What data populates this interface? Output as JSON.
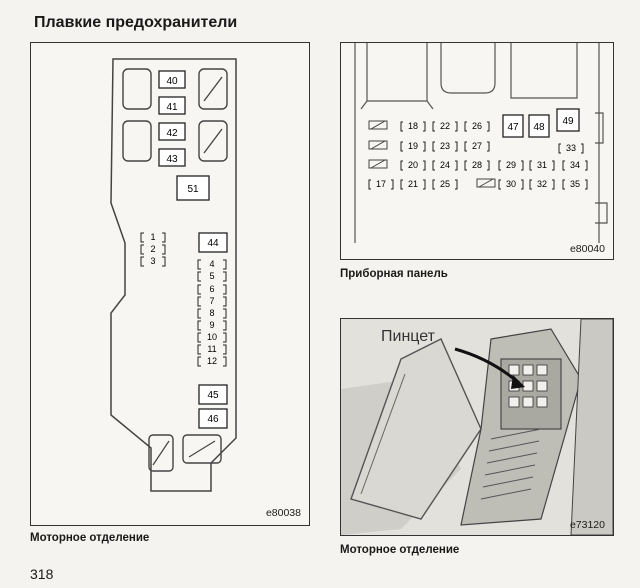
{
  "page_title": "Плавкие предохранители",
  "engine_box": {
    "code": "e80038",
    "caption": "Моторное отделение",
    "large_fuses": [
      "40",
      "41",
      "42",
      "43",
      "51",
      "44",
      "45",
      "46"
    ],
    "small_fuses_left": [
      "1",
      "2",
      "3"
    ],
    "small_fuses_right": [
      "4",
      "5",
      "6",
      "7",
      "8",
      "9",
      "10",
      "11",
      "12"
    ]
  },
  "instrument_panel": {
    "code": "e80040",
    "caption": "Приборная панель",
    "large_fuses": [
      "47",
      "48",
      "49"
    ],
    "rows": [
      [
        "18",
        "22",
        "26"
      ],
      [
        "19",
        "23",
        "27"
      ],
      [
        "20",
        "24",
        "28",
        "29",
        "31",
        "34"
      ],
      [
        "17",
        "21",
        "25",
        "30",
        "32",
        "35"
      ]
    ],
    "extra": "33"
  },
  "photo": {
    "code": "e73120",
    "caption": "Моторное отделение",
    "label": "Пинцет"
  },
  "page_number": "318"
}
